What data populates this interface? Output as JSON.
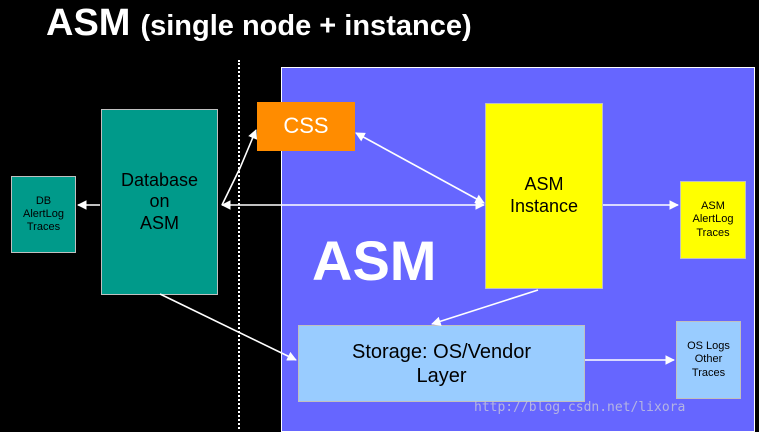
{
  "title": {
    "main": "ASM",
    "sub": "(single node + instance)"
  },
  "region": {
    "label": "ASM",
    "fill": "#6666ff"
  },
  "nodes": {
    "db_traces": "DB\nAlertLog\nTraces",
    "database": "Database\non\nASM",
    "css": "CSS",
    "asm_instance": "ASM\nInstance",
    "asm_traces": "ASM\nAlertLog\nTraces",
    "storage": "Storage: OS/Vendor\nLayer",
    "os_logs": "OS Logs\nOther\nTraces"
  },
  "colors": {
    "database": "#009a8a",
    "css": "#ff8c00",
    "asm_instance": "#ffff00",
    "storage": "#99ccff"
  },
  "watermark": "http://blog.csdn.net/lixora"
}
